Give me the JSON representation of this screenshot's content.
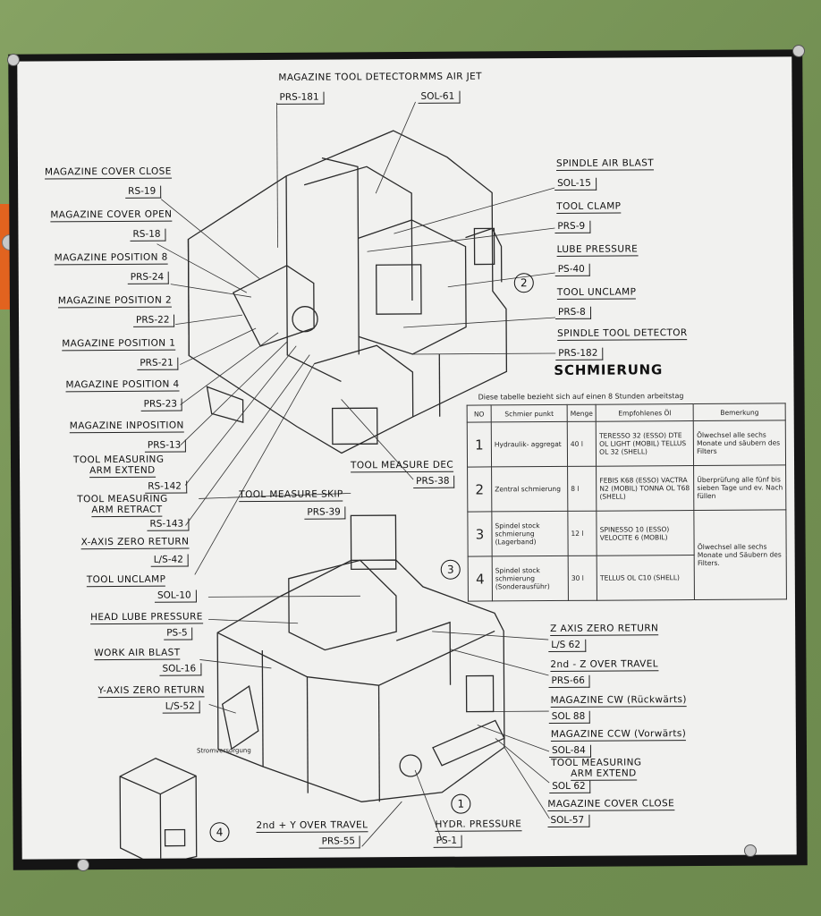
{
  "labels": {
    "magazine_tool_detector": "MAGAZINE TOOL DETECTOR",
    "magazine_tool_detector_code": "PRS-181",
    "mms_air_jet": "MMS AIR JET",
    "mms_air_jet_code": "SOL-61",
    "magazine_cover_close": "MAGAZINE COVER CLOSE",
    "magazine_cover_close_code": "RS-19",
    "magazine_cover_open": "MAGAZINE COVER OPEN",
    "magazine_cover_open_code": "RS-18",
    "magazine_position_8": "MAGAZINE POSITION 8",
    "magazine_position_8_code": "PRS-24",
    "magazine_position_2": "MAGAZINE POSITION 2",
    "magazine_position_2_code": "PRS-22",
    "magazine_position_1": "MAGAZINE POSITION 1",
    "magazine_position_1_code": "PRS-21",
    "magazine_position_4": "MAGAZINE POSITION 4",
    "magazine_position_4_code": "PRS-23",
    "magazine_inposition": "MAGAZINE INPOSITION",
    "magazine_inposition_code": "PRS-13",
    "tool_measuring_arm_extend": "TOOL MEASURING",
    "tool_measuring_arm_extend_2": "ARM EXTEND",
    "tool_measuring_arm_extend_code": "RS-142",
    "tool_measuring_arm_retract": "TOOL MEASURING",
    "tool_measuring_arm_retract_2": "ARM RETRACT",
    "tool_measuring_arm_retract_code": "RS-143",
    "tool_measure_skip": "TOOL MEASURE SKIP",
    "tool_measure_skip_code": "PRS-39",
    "x_axis_zero_return": "X-AXIS ZERO RETURN",
    "x_axis_zero_return_code": "L/S-42",
    "tool_measure_dec": "TOOL MEASURE DEC",
    "tool_measure_dec_code": "PRS-38",
    "spindle_air_blast": "SPINDLE AIR BLAST",
    "spindle_air_blast_code": "SOL-15",
    "tool_clamp": "TOOL CLAMP",
    "tool_clamp_code": "PRS-9",
    "lube_pressure": "LUBE PRESSURE",
    "lube_pressure_code": "PS-40",
    "tool_unclamp_top": "TOOL UNCLAMP",
    "tool_unclamp_top_code": "PRS-8",
    "spindle_tool_detector": "SPINDLE TOOL DETECTOR",
    "spindle_tool_detector_code": "PRS-182",
    "tool_unclamp": "TOOL UNCLAMP",
    "tool_unclamp_code": "SOL-10",
    "head_lube_pressure": "HEAD LUBE PRESSURE",
    "head_lube_pressure_code": "PS-5",
    "work_air_blast": "WORK AIR BLAST",
    "work_air_blast_code": "SOL-16",
    "y_axis_zero_return": "Y-AXIS ZERO RETURN",
    "y_axis_zero_return_code": "L/S-52",
    "z_axis_zero_return": "Z AXIS ZERO RETURN",
    "z_axis_zero_return_code": "L/S 62",
    "z_over_travel": "2nd - Z OVER TRAVEL",
    "z_over_travel_code": "PRS-66",
    "magazine_cw": "MAGAZINE CW (Rückwärts)",
    "magazine_cw_code": "SOL 88",
    "magazine_ccw": "MAGAZINE CCW (Vorwärts)",
    "magazine_ccw_code": "SOL-84",
    "tool_measuring_arm_extend_b": "TOOL MEASURING",
    "tool_measuring_arm_extend_b_2": "ARM EXTEND",
    "tool_measuring_arm_extend_b_code": "SOL 62",
    "magazine_cover_close_b": "MAGAZINE COVER CLOSE",
    "magazine_cover_close_b_code": "SOL-57",
    "y_over_travel": "2nd + Y OVER TRAVEL",
    "y_over_travel_code": "PRS-55",
    "hydr_pressure": "HYDR. PRESSURE",
    "hydr_pressure_code": "PS-1",
    "stromversorgung": "Stromversorgung",
    "circle_1": "1",
    "circle_2": "2",
    "circle_3": "3",
    "circle_4": "4"
  },
  "schmierung": {
    "title": "SCHMIERUNG",
    "subtitle": "Diese tabelle bezieht sich auf einen 8 Stunden arbeitstag",
    "headers": [
      "NO",
      "Schmier punkt",
      "Menge",
      "Empfohlenes Öl",
      "Bemerkung"
    ],
    "rows": [
      [
        "1",
        "Hydraulik- aggregat",
        "40 l",
        "TERESSO 32 (ESSO) DTE OL LIGHT (MOBIL) TELLUS OL 32 (SHELL)",
        "Ölwechsel alle sechs Monate und säubern des Filters"
      ],
      [
        "2",
        "Zentral schmierung",
        "8 l",
        "FEBIS K68 (ESSO) VACTRA N2 (MOBIL) TONNA OL T68 (SHELL)",
        "Überprüfung alle fünf bis sieben Tage und ev. Nach füllen"
      ],
      [
        "3",
        "Spindel stock schmierung (Lagerband)",
        "12 l",
        "SPINESSO 10 (ESSO) VELOCITE 6 (MOBIL)",
        "Ölwechsel alle sechs Monate und Säubern des Filters."
      ],
      [
        "4",
        "Spindel stock schmierung (Sonderausführ)",
        "30 l",
        "TELLUS OL C10 (SHELL)",
        ""
      ]
    ]
  }
}
